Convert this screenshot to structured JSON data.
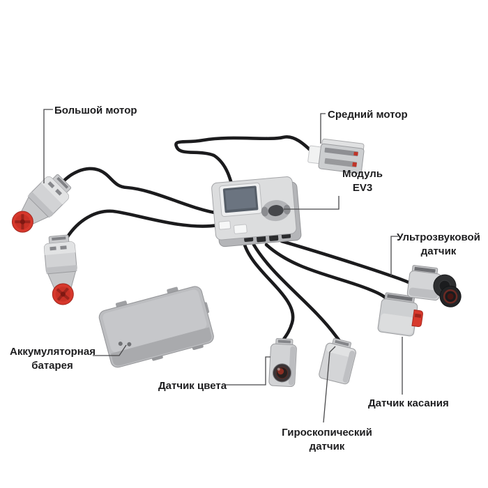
{
  "figure": {
    "type": "component-diagram",
    "subject": "LEGO Mindstorms EV3 set components",
    "background": "#ffffff",
    "labels": {
      "large_motor": "Большой мотор",
      "medium_motor": "Средний мотор",
      "ev3_module": {
        "line1": "Модуль",
        "line2": "EV3"
      },
      "ultrasonic_sensor": {
        "line1": "Ультрозвуковой",
        "line2": "датчик"
      },
      "battery": {
        "line1": "Аккумуляторная",
        "line2": "батарея"
      },
      "color_sensor": "Датчик цвета",
      "gyro_sensor": {
        "line1": "Гироскопический",
        "line2": "датчик"
      },
      "touch_sensor": "Датчик касания"
    },
    "components": [
      "large-motor-1",
      "large-motor-2",
      "medium-motor",
      "ev3-brick",
      "battery",
      "color-sensor",
      "gyro-sensor",
      "touch-sensor",
      "ultrasonic-sensor"
    ],
    "colors": {
      "cable": "#1b1b1d",
      "leader_line": "#48484a",
      "label_text": "#1d1d1f",
      "device_gray": "#d2d3d5",
      "device_gray_dark": "#aaabae",
      "accent_red": "#d7382c",
      "screen_dark": "#565e68"
    }
  }
}
